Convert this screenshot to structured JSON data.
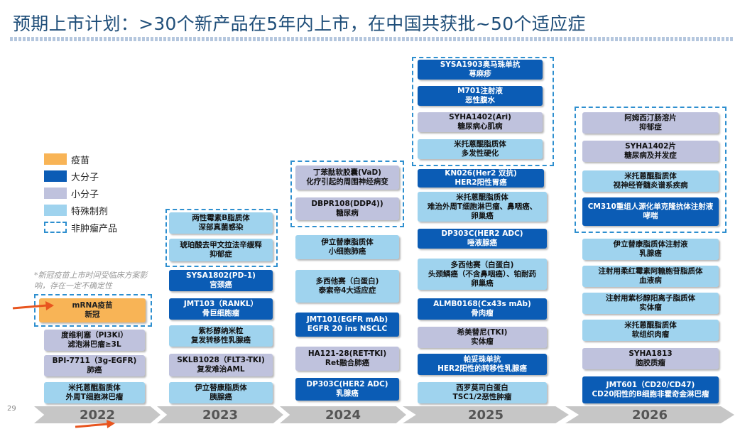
{
  "title": "预期上市计划：>30个新产品在5年内上市，在中国共获批~50个适应症",
  "page_number": "29",
  "colors": {
    "vaccine": "#f8b456",
    "large_molecule": "#0b5cb5",
    "small_molecule": "#bfc2dd",
    "special_formulation": "#9fd3ee",
    "non_oncology_border": "#2e8fcf"
  },
  "legend": [
    {
      "key": "vaccine",
      "label": "疫苗"
    },
    {
      "key": "large",
      "label": "大分子"
    },
    {
      "key": "small",
      "label": "小分子"
    },
    {
      "key": "special",
      "label": "特殊制剂"
    },
    {
      "key": "nononc",
      "label": "非肿瘤产品"
    }
  ],
  "note": "*新冠疫苗上市时间受临床方案影响，存在一定不确定性",
  "years": [
    "2022",
    "2023",
    "2024",
    "2025",
    "2026"
  ],
  "products": {
    "y2022": [
      {
        "type": "vaccine",
        "text": "mRNA疫苗\n新冠"
      },
      {
        "type": "small",
        "text": "度维利塞（PI3Ki）\n滤泡淋巴瘤≥3L"
      },
      {
        "type": "small",
        "text": "BPI-7711（3g-EGFR)\n肺癌"
      },
      {
        "type": "special",
        "text": "米托蒽醌脂质体\n外周T细胞淋巴瘤"
      }
    ],
    "y2023": [
      {
        "type": "special",
        "text": "两性霉素B脂质体\n深部真菌感染"
      },
      {
        "type": "special",
        "text": "琥珀酸去甲文拉法辛缓释\n抑郁症"
      },
      {
        "type": "large",
        "text": "SYSA1802(PD-1)\n宫颈癌"
      },
      {
        "type": "large",
        "text": "JMT103（RANKL）\n骨巨细胞瘤"
      },
      {
        "type": "special",
        "text": "紫杉醇纳米粒\n复发转移性乳腺癌"
      },
      {
        "type": "small",
        "text": "SKLB1028（FLT3-TKI)\n复发难治AML"
      },
      {
        "type": "special",
        "text": "伊立替康脂质体\n胰腺癌"
      }
    ],
    "y2024": [
      {
        "type": "small",
        "text": "丁苯酞软胶囊(VaD)\n化疗引起的周围神经病变"
      },
      {
        "type": "small",
        "text": "DBPR108(DDP4))\n糖尿病"
      },
      {
        "type": "special",
        "text": "伊立替康脂质体\n小细胞肺癌"
      },
      {
        "type": "special",
        "text": "多西他赛（白蛋白)\n泰索帝4大适应症"
      },
      {
        "type": "large",
        "text": "JMT101(EGFR mAb)\nEGFR 20 ins NSCLC"
      },
      {
        "type": "small",
        "text": "HA121-28(RET-TKI)\nRet融合肺癌"
      },
      {
        "type": "large",
        "text": "DP303C(HER2 ADC)\n乳腺癌"
      }
    ],
    "y2025": [
      {
        "type": "large",
        "text": "SYSA1903奥马珠单抗\n荨麻疹"
      },
      {
        "type": "large",
        "text": "M701注射液\n恶性腹水"
      },
      {
        "type": "small",
        "text": "SYHA1402(Ari)\n糖尿病心肌病"
      },
      {
        "type": "special",
        "text": "米托蒽醌脂质体\n多发性硬化"
      },
      {
        "type": "large",
        "text": "KN026(Her2 双抗)\nHER2阳性胃癌"
      },
      {
        "type": "special",
        "text": "米托蒽醌脂质体\n难治外周T细胞淋巴瘤、鼻咽癌、\n卵巢癌"
      },
      {
        "type": "large",
        "text": "DP303C(HER2 ADC)\n唾液腺癌"
      },
      {
        "type": "special",
        "text": "多西他赛（白蛋白)\n头颈鳞癌（不含鼻咽癌）、铂耐药\n卵巢癌"
      },
      {
        "type": "large",
        "text": "ALMB0168(Cx43s mAb)\n骨肉瘤"
      },
      {
        "type": "small",
        "text": "希美替尼(TKI)\n实体瘤"
      },
      {
        "type": "large",
        "text": "帕妥珠单抗\nHER2阳性的转移性乳腺癌"
      },
      {
        "type": "special",
        "text": "西罗莫司白蛋白\nTSC1/2恶性肿瘤"
      }
    ],
    "y2026": [
      {
        "type": "small",
        "text": "阿姆西汀肠溶片\n抑郁症"
      },
      {
        "type": "small",
        "text": "SYHA1402片\n糖尿病及并发症"
      },
      {
        "type": "special",
        "text": "米托蒽醌脂质体\n视神经脊髓炎谱系疾病"
      },
      {
        "type": "large",
        "text": "CM310重组人源化单克隆抗体注射液\n哮喘"
      },
      {
        "type": "special",
        "text": "伊立替康脂质体注射液\n乳腺癌"
      },
      {
        "type": "special",
        "text": "注射用柔红霉素阿糖胞苷脂质体\n血液病"
      },
      {
        "type": "special",
        "text": "注射用紫杉醇阳离子脂质体\n实体瘤"
      },
      {
        "type": "special",
        "text": "米托蒽醌脂质体\n软组织肉瘤"
      },
      {
        "type": "small",
        "text": "SYHA1813\n脑胶质瘤"
      },
      {
        "type": "large",
        "text": "JMT601（CD20/CD47)\nCD20阳性的B细胞非霍奇金淋巴瘤"
      }
    ]
  }
}
